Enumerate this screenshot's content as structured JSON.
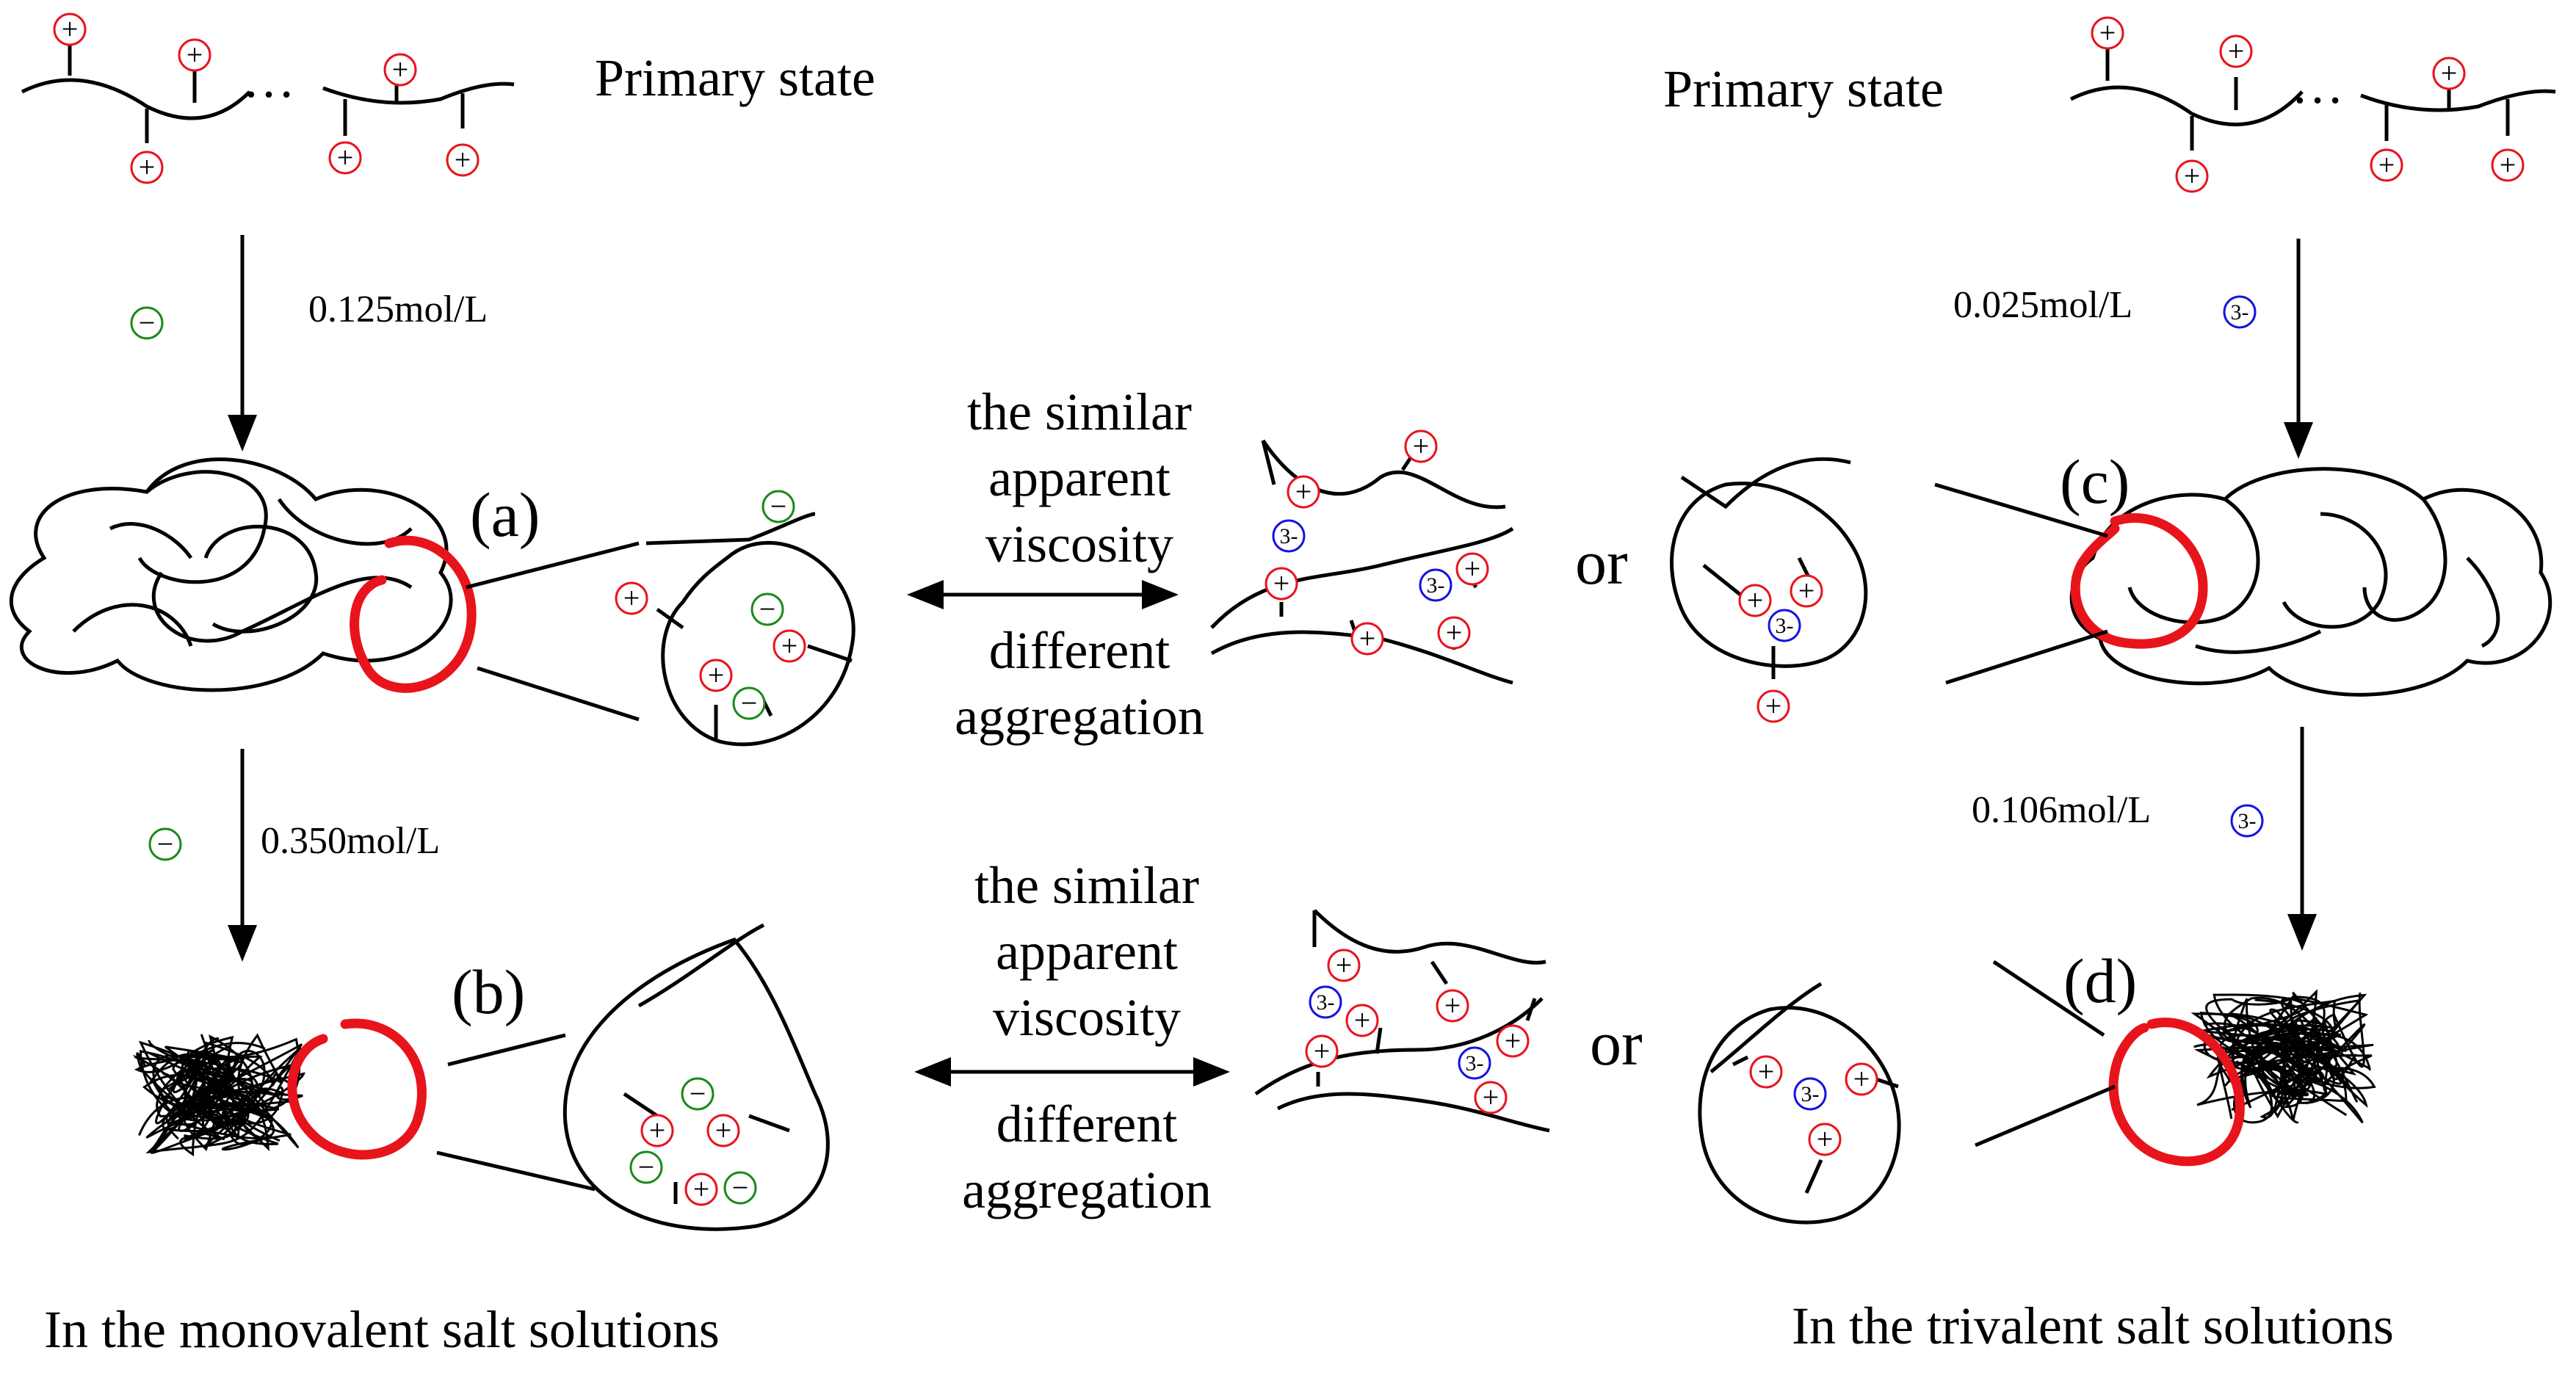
{
  "left": {
    "primary_label": "Primary state",
    "conc_1": "0.125mol/L",
    "conc_2": "0.350mol/L",
    "label_a": "(a)",
    "label_b": "(b)",
    "caption": "In the monovalent salt solutions"
  },
  "right": {
    "primary_label": "Primary state",
    "conc_1": "0.025mol/L",
    "conc_2": "0.106mol/L",
    "label_c": "(c)",
    "label_d": "(d)",
    "caption": "In the trivalent salt solutions"
  },
  "middle_top": {
    "line1": "the similar",
    "line2": "apparent",
    "line3": "viscosity",
    "line4": "different",
    "line5": "aggregation",
    "or": "or"
  },
  "middle_bottom": {
    "line1": "the similar",
    "line2": "apparent",
    "line3": "viscosity",
    "line4": "different",
    "line5": "aggregation",
    "or": "or"
  },
  "ions": {
    "cation_symbol": "+",
    "anion_symbol": "−",
    "trivalent_symbol": "3-",
    "cation_color": "#e8141c",
    "anion_color": "#1a8a1a",
    "trivalent_color": "#1414e0",
    "highlight_color": "#e8141c"
  }
}
